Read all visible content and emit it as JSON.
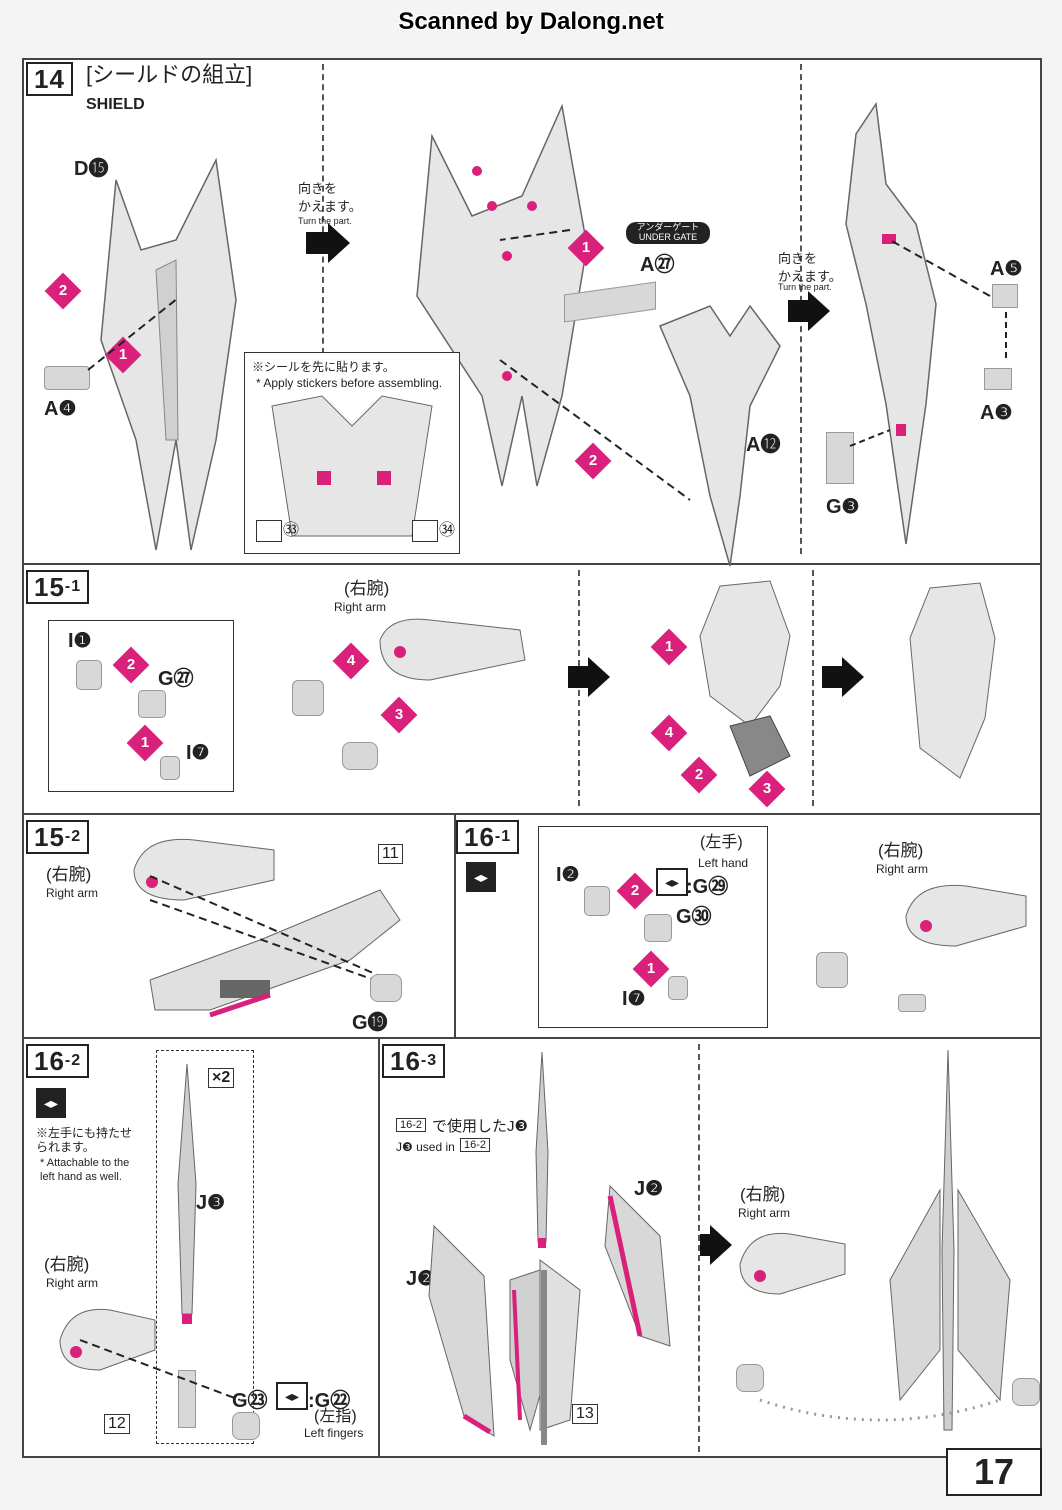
{
  "header": {
    "scanner_credit": "Scanned by Dalong.net"
  },
  "page_number": "17",
  "steps": {
    "s14": {
      "number": "14",
      "title_jp": "[シールドの組立]",
      "title_en": "SHIELD",
      "parts": {
        "d15": "D⓯",
        "a4": "A❹",
        "a27": "A㉗",
        "a12": "A⓬",
        "a5": "A❺",
        "a3": "A❸",
        "g3": "G❸"
      },
      "turn_jp_1": "向きを\nかえます。",
      "turn_en_1": "Turn the part.",
      "turn_jp_2": "向きを\nかえます。",
      "turn_en_2": "Turn the part.",
      "under_gate_jp": "アンダーゲート",
      "under_gate_en": "UNDER GATE",
      "sticker_jp": "※シールを先に貼ります。",
      "sticker_en": "* Apply stickers before assembling.",
      "sticker_33": "㉝",
      "sticker_34": "㉞"
    },
    "s15_1": {
      "number": "15",
      "sub": "-1",
      "parts": {
        "i1": "I❶",
        "g27": "G㉗",
        "i7": "I❼"
      },
      "right_arm_jp": "(右腕)",
      "right_arm_en": "Right arm"
    },
    "s15_2": {
      "number": "15",
      "sub": "-2",
      "right_arm_jp": "(右腕)",
      "right_arm_en": "Right arm",
      "box": "11",
      "g19": "G⓳"
    },
    "s16_1": {
      "number": "16",
      "sub": "-1",
      "parts": {
        "i2": "I❷",
        "g29": ":G㉙",
        "g30": "G㉚",
        "i7": "I❼"
      },
      "left_hand_jp": "(左手)",
      "left_hand_en": "Left hand",
      "right_arm_jp": "(右腕)",
      "right_arm_en": "Right arm"
    },
    "s16_2": {
      "number": "16",
      "sub": "-2",
      "x2": "×2",
      "note_jp": "※左手にも持たせ\nられます。",
      "note_en": "* Attachable to the\nleft hand as well.",
      "j3": "J❸",
      "right_arm_jp": "(右腕)",
      "right_arm_en": "Right arm",
      "g23": "G㉓",
      "g22": ":G㉒",
      "left_fingers_jp": "(左指)",
      "left_fingers_en": "Left fingers",
      "box": "12"
    },
    "s16_3": {
      "number": "16",
      "sub": "-3",
      "used_jp_ref": "16-2",
      "used_jp": "で使用したJ❸",
      "used_en": "J❸ used in",
      "used_en_ref": "16-2",
      "j2_left": "J❷",
      "j2_right": "J❷",
      "box": "13",
      "right_arm_jp": "(右腕)",
      "right_arm_en": "Right arm"
    }
  },
  "markers": [
    "1",
    "2",
    "3",
    "4"
  ],
  "colors": {
    "accent": "#d9207a",
    "part_fill": "#d8d8d8",
    "line": "#444444"
  }
}
